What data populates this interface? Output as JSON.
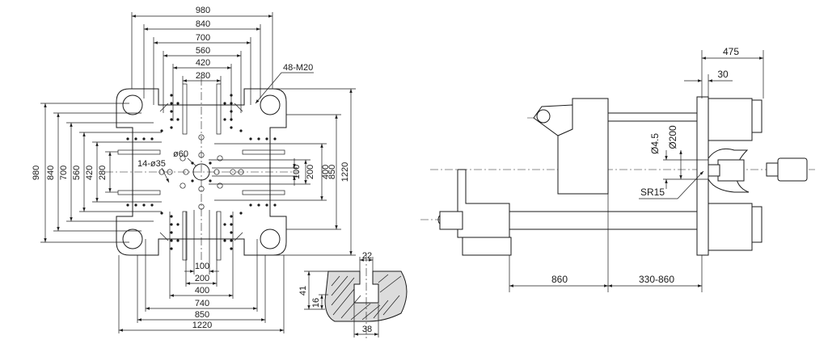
{
  "platen_front_view": {
    "width_dims": [
      "980",
      "840",
      "700",
      "560",
      "420",
      "280"
    ],
    "height_dims": [
      "980",
      "840",
      "700",
      "560",
      "420",
      "280"
    ],
    "thread_note": "48-M20",
    "center_hole": "ø60",
    "ejector_holes": "14-ø35",
    "ejector_height_dims": [
      "100",
      "200",
      "400",
      "850",
      "1220"
    ],
    "ejector_width_dims": [
      "100",
      "200",
      "400",
      "740",
      "850",
      "1220"
    ]
  },
  "tslot_section": {
    "dims": [
      "22",
      "41",
      "16",
      "38"
    ]
  },
  "side_view": {
    "top_dims": [
      "475",
      "30"
    ],
    "vertical_dims": [
      "Ø4.5",
      "Ø200"
    ],
    "nozzle_radius": "SR15",
    "bottom_dims": [
      "860",
      "330-860"
    ]
  }
}
